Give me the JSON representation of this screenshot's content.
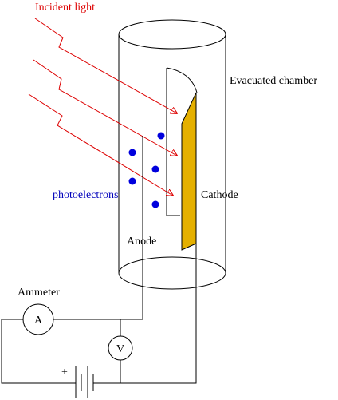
{
  "labels": {
    "incident_light": "Incident light",
    "evacuated_chamber": "Evacuated chamber",
    "photoelectrons": "photoelectrons",
    "cathode": "Cathode",
    "anode": "Anode",
    "ammeter": "Ammeter",
    "ammeter_symbol": "A",
    "voltmeter_symbol": "V",
    "battery_plus": "+"
  },
  "colors": {
    "light_rays": "#dd0000",
    "photoelectrons": "#0000dd",
    "photoelectrons_label": "#0000bb",
    "cathode_fill": "#e5b000",
    "outline": "#000000"
  }
}
